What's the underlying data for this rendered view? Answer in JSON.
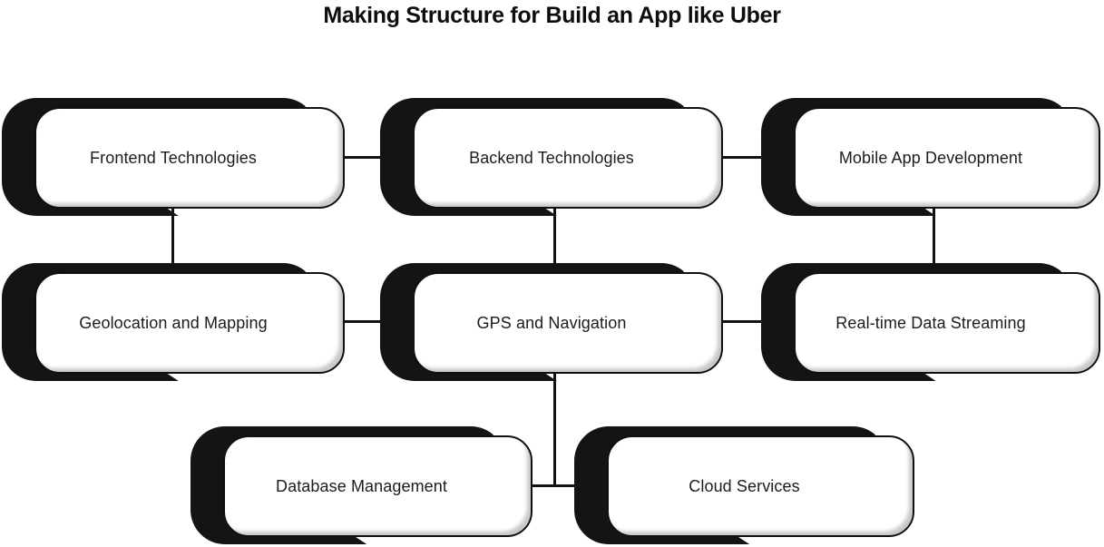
{
  "title": "Making Structure for Build an App like Uber",
  "nodes": [
    {
      "id": "frontend-technologies",
      "label": "Frontend Technologies"
    },
    {
      "id": "backend-technologies",
      "label": "Backend Technologies"
    },
    {
      "id": "mobile-app-development",
      "label": "Mobile App Development"
    },
    {
      "id": "geolocation-and-mapping",
      "label": "Geolocation and Mapping"
    },
    {
      "id": "gps-and-navigation",
      "label": "GPS and Navigation"
    },
    {
      "id": "real-time-data-streaming",
      "label": "Real-time Data Streaming"
    },
    {
      "id": "database-management",
      "label": "Database Management"
    },
    {
      "id": "cloud-services",
      "label": "Cloud Services"
    }
  ],
  "edges": [
    {
      "from": "Frontend Technologies",
      "to": "Backend Technologies"
    },
    {
      "from": "Backend Technologies",
      "to": "Mobile App Development"
    },
    {
      "from": "Frontend Technologies",
      "to": "Geolocation and Mapping"
    },
    {
      "from": "Backend Technologies",
      "to": "GPS and Navigation"
    },
    {
      "from": "Mobile App Development",
      "to": "Real-time Data Streaming"
    },
    {
      "from": "Geolocation and Mapping",
      "to": "GPS and Navigation"
    },
    {
      "from": "GPS and Navigation",
      "to": "Real-time Data Streaming"
    },
    {
      "from": "GPS and Navigation",
      "to": "Database Management"
    },
    {
      "from": "GPS and Navigation",
      "to": "Cloud Services"
    },
    {
      "from": "Database Management",
      "to": "Cloud Services"
    }
  ],
  "colors": {
    "ink_stroke": "#141414",
    "card_background": "#ffffff",
    "card_border": "#101010",
    "card_shadow": "#c9c9c9",
    "text": "#1c1c1c",
    "connector": "#111111",
    "background": "#ffffff"
  }
}
